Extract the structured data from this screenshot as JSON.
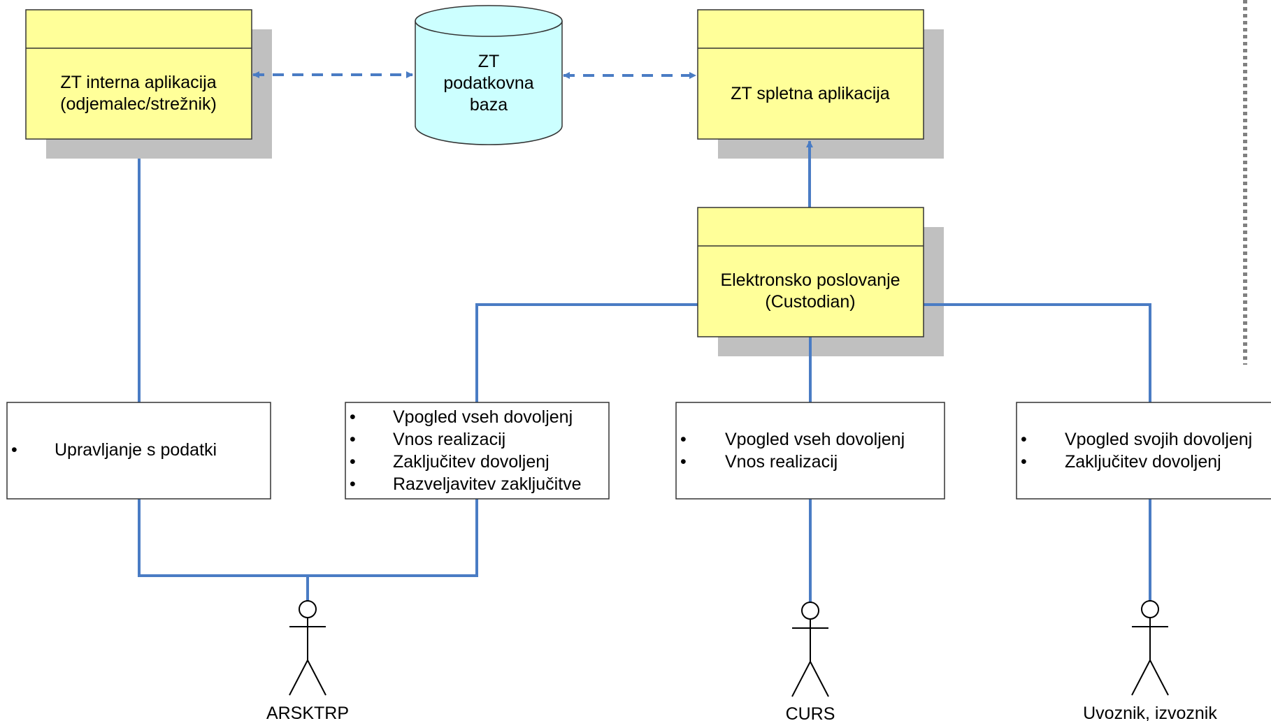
{
  "components": {
    "internal_app": {
      "line1": "ZT interna aplikacija",
      "line2": "(odjemalec/strežnik)"
    },
    "database": {
      "line1": "ZT",
      "line2": "podatkovna",
      "line3": "baza"
    },
    "web_app": {
      "line1": "ZT spletna aplikacija"
    },
    "e_business": {
      "line1": "Elektronsko poslovanje",
      "line2": "(Custodian)"
    }
  },
  "function_boxes": [
    {
      "items": [
        "Upravljanje s podatki"
      ]
    },
    {
      "items": [
        "Vpogled vseh dovoljenj",
        "Vnos realizacij",
        "Zaključitev dovoljenj",
        "Razveljavitev zaključitve"
      ]
    },
    {
      "items": [
        "Vpogled vseh dovoljenj",
        "Vnos realizacij"
      ]
    },
    {
      "items": [
        "Vpogled svojih dovoljenj",
        "Zaključitev dovoljenj"
      ]
    }
  ],
  "actors": [
    {
      "label": "ARSKTRP"
    },
    {
      "label": "CURS"
    },
    {
      "label": "Uvoznik, izvoznik"
    }
  ],
  "colors": {
    "component_fill": "#ffff99",
    "database_fill": "#ccffff",
    "shadow": "#c0c0c0",
    "connector": "#4a7cc4",
    "boundary": "#808080"
  }
}
